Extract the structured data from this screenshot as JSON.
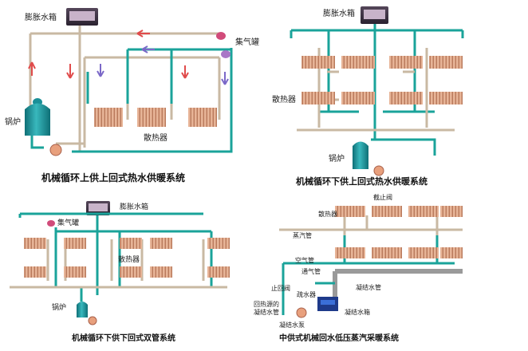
{
  "panels": [
    {
      "caption": "机械循环上供上回式热水供暖系统",
      "labels": {
        "tank": "膨胀水箱",
        "vent": "集气罐",
        "boiler": "锅炉",
        "radiator": "散热器"
      }
    },
    {
      "caption": "机械循环下供上回式热水供暖系统",
      "labels": {
        "tank": "膨胀水箱",
        "radiator": "散热器",
        "boiler": "锅炉"
      }
    },
    {
      "caption": "机械循环下供下回式双管系统",
      "labels": {
        "tank": "膨胀水箱",
        "vent": "集气罐",
        "radiator": "散热器",
        "boiler": "锅炉"
      }
    },
    {
      "caption": "中供式机械回水低压蒸汽采暖系统",
      "labels": {
        "stop_valve_top": "截止阀",
        "radiator": "散热器",
        "steam_pipe": "蒸汽管",
        "air_pipe": "空气管",
        "vent_pipe": "通气管",
        "stop_valve_left": "止回阀",
        "water_tank": "疏水器",
        "return_main": "凝结水管",
        "condensate_tank": "凝结水箱",
        "return_pipe_line1": "回热源的",
        "return_pipe_line2": "凝结水管",
        "pump": "凝结水泵"
      }
    }
  ],
  "colors": {
    "supply": "#1aa39a",
    "return": "#c9b9a3",
    "arrow_hot": "#e04b4b",
    "arrow_cold": "#7b68c8",
    "boiler": "#1a8f97",
    "radiator": "#d99a7a"
  }
}
